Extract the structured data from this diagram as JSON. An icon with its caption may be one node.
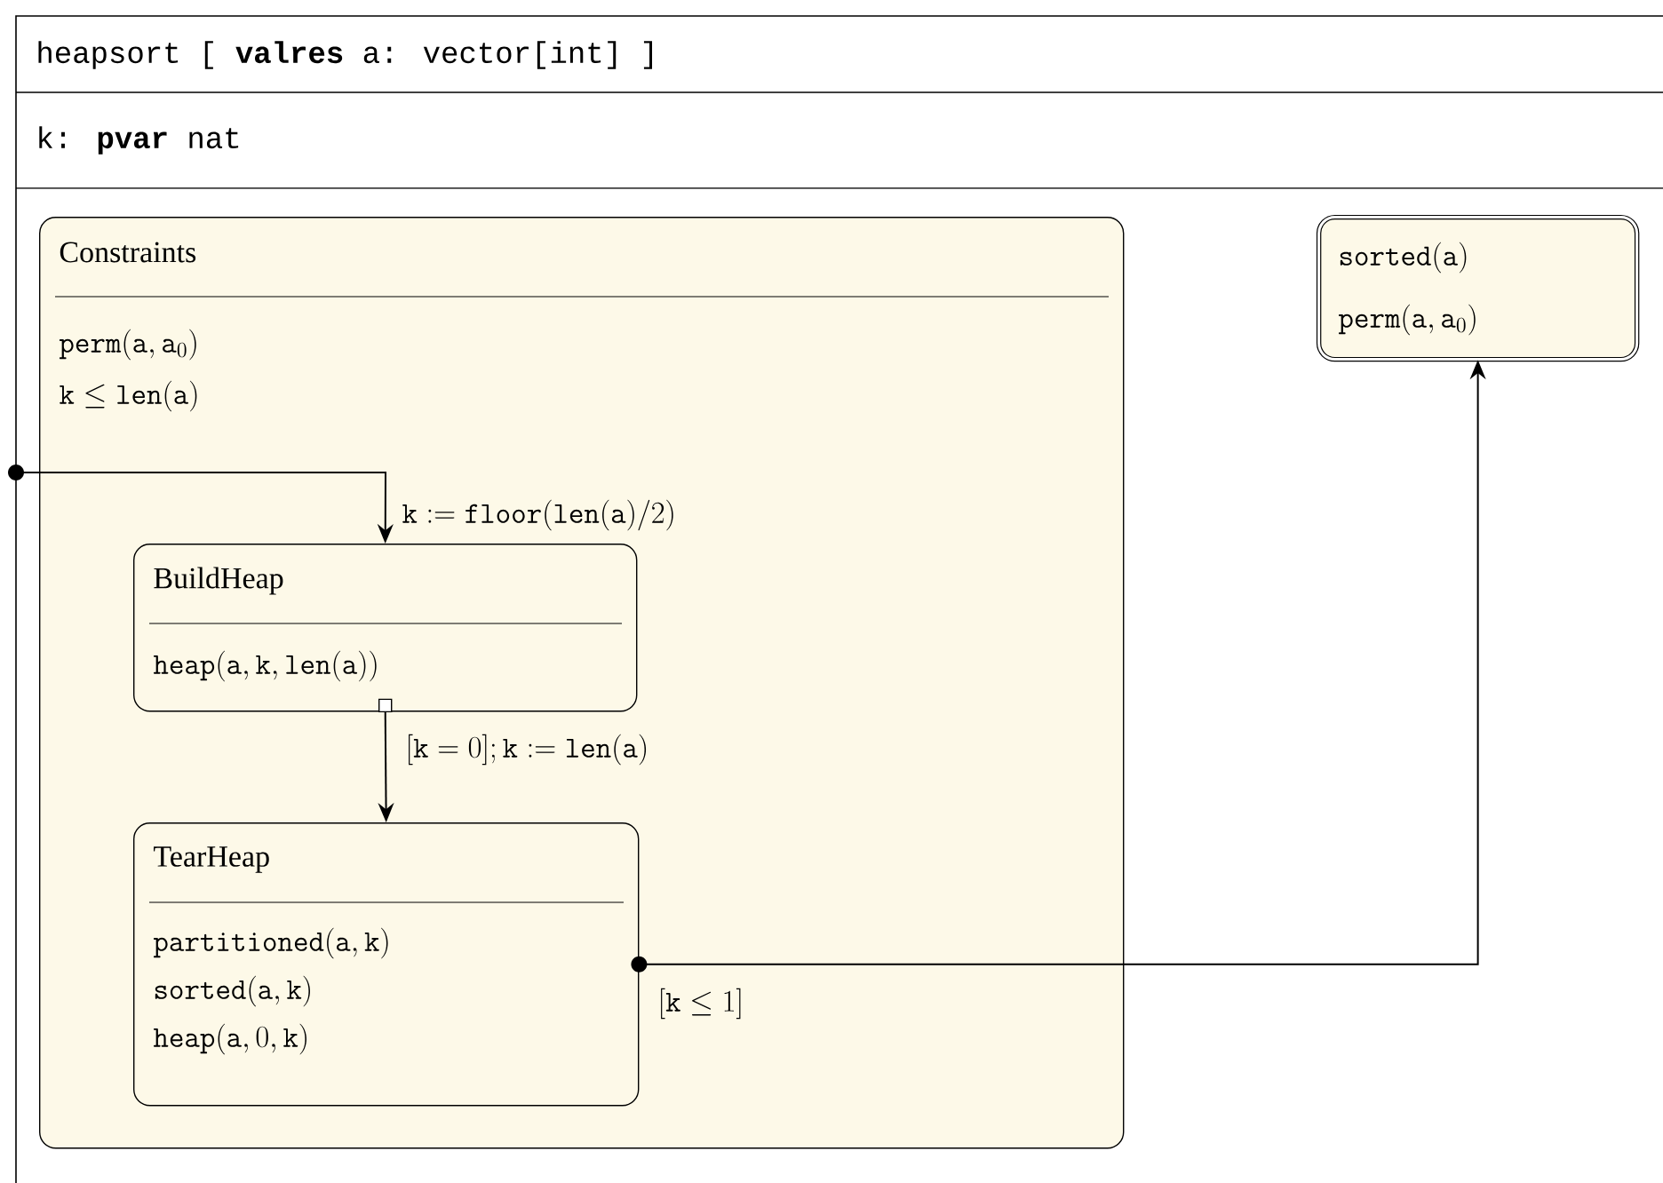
{
  "diagram": {
    "nodes": [
      {
        "text": [
          "heapsort [ **valres** a: vector[int] ]",
          "k: **pvar** nat"
        ]
      },
      {
        "text": [
          "Constraints",
          "\\mathtt{perm}(\\mathtt{a},\\mathtt{a}_0)",
          "\\mathtt{k}\\le\\mathtt{len}(\\mathtt{a})"
        ],
        "in": 0
      },
      {
        "text": [
          "BuildHeap",
          "\\mathtt{heap}(\\mathtt{a},\\mathtt{k},\\mathtt{len}(\\mathtt{a}))"
        ],
        "in": 1
      },
      {
        "text": [
          "TearHeap",
          "\\mathtt{partitioned}(\\mathtt{a},\\mathtt{k})",
          "\\mathtt{sorted}(\\mathtt{a},\\mathtt{k})",
          "\\mathtt{heap}(\\mathtt{a},0,\\mathtt{k})"
        ],
        "in": 1
      },
      {
        "text": [
          "\\mathtt{sorted}(\\mathtt{a})",
          "\\mathtt{perm}(\\mathtt{a},\\mathtt{a}_0)"
        ],
        "in": 0
      }
    ],
    "edges": [
      {
        "from": 0,
        "to": 2,
        "arrow": "to",
        "label": "\\mathtt{k}:=\\mathtt{floor}(\\mathtt{len}(\\mathtt{a})/2)"
      },
      {
        "from": 2,
        "to": 3,
        "arrow": "to",
        "label": "[\\mathtt{k}=0];\\mathtt{k}:=\\mathtt{len}(\\mathtt{a})"
      },
      {
        "from": 3,
        "to": 4,
        "arrow": "to",
        "label": "[\\mathtt{k}\\le 1]"
      }
    ]
  }
}
